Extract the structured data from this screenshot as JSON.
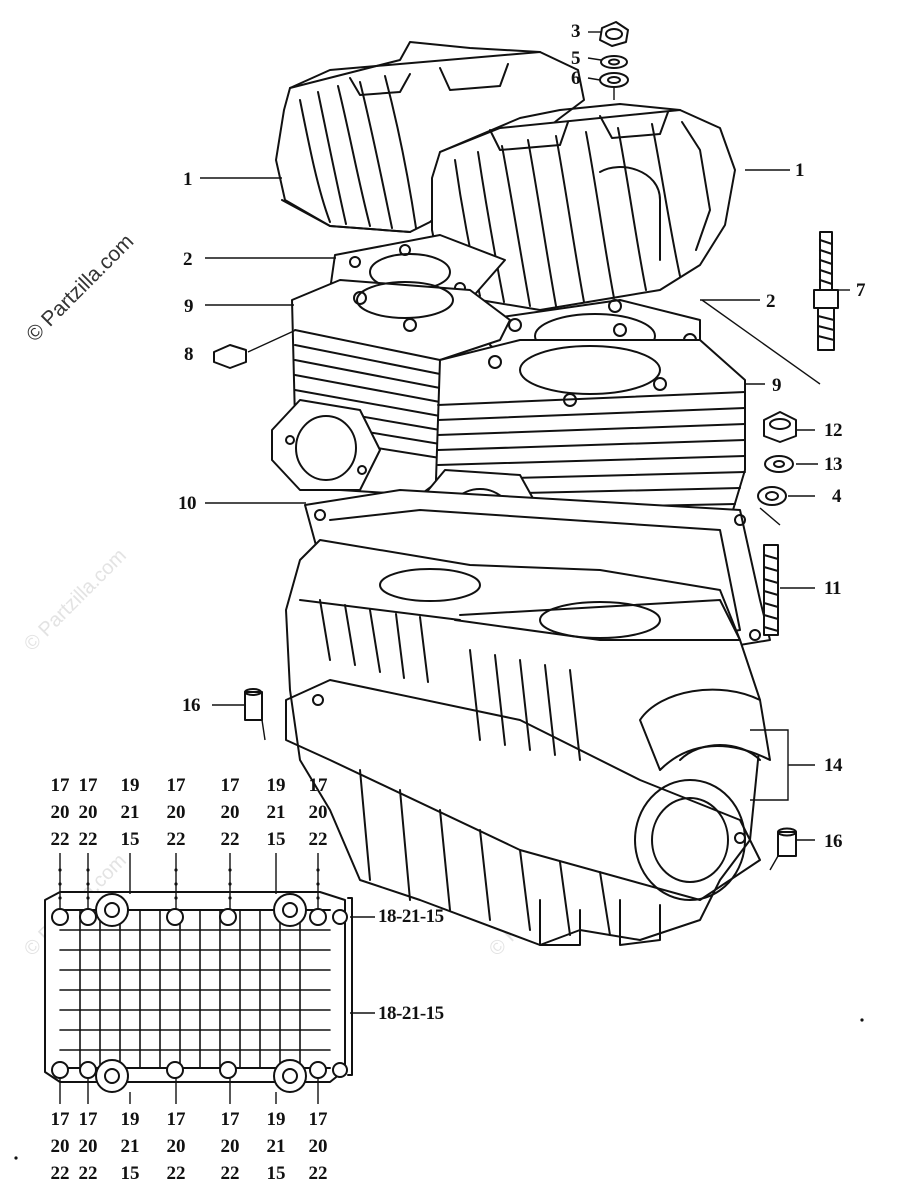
{
  "watermark": {
    "text": "© Partzilla.com"
  },
  "callouts": {
    "c1_left": "1",
    "c1_right": "1",
    "c2_left": "2",
    "c2_right": "2",
    "c3": "3",
    "c4": "4",
    "c5": "5",
    "c6": "6",
    "c7": "7",
    "c8": "8",
    "c9_left": "9",
    "c9_right": "9",
    "c10": "10",
    "c11": "11",
    "c12": "12",
    "c13": "13",
    "c14": "14",
    "c16_left": "16",
    "c16_right": "16",
    "c18_top": "18-21-15",
    "c18_bottom": "18-21-15"
  },
  "bolt_columns_top": [
    [
      "17",
      "20",
      "22"
    ],
    [
      "17",
      "20",
      "22"
    ],
    [
      "19",
      "21",
      "15"
    ],
    [
      "17",
      "20",
      "22"
    ],
    [
      "17",
      "20",
      "22"
    ],
    [
      "19",
      "21",
      "15"
    ],
    [
      "17",
      "20",
      "22"
    ]
  ],
  "bolt_columns_bottom": [
    [
      "17",
      "20",
      "22"
    ],
    [
      "17",
      "20",
      "22"
    ],
    [
      "19",
      "21",
      "15"
    ],
    [
      "17",
      "20",
      "22"
    ],
    [
      "17",
      "20",
      "22"
    ],
    [
      "19",
      "21",
      "15"
    ],
    [
      "17",
      "20",
      "22"
    ]
  ]
}
